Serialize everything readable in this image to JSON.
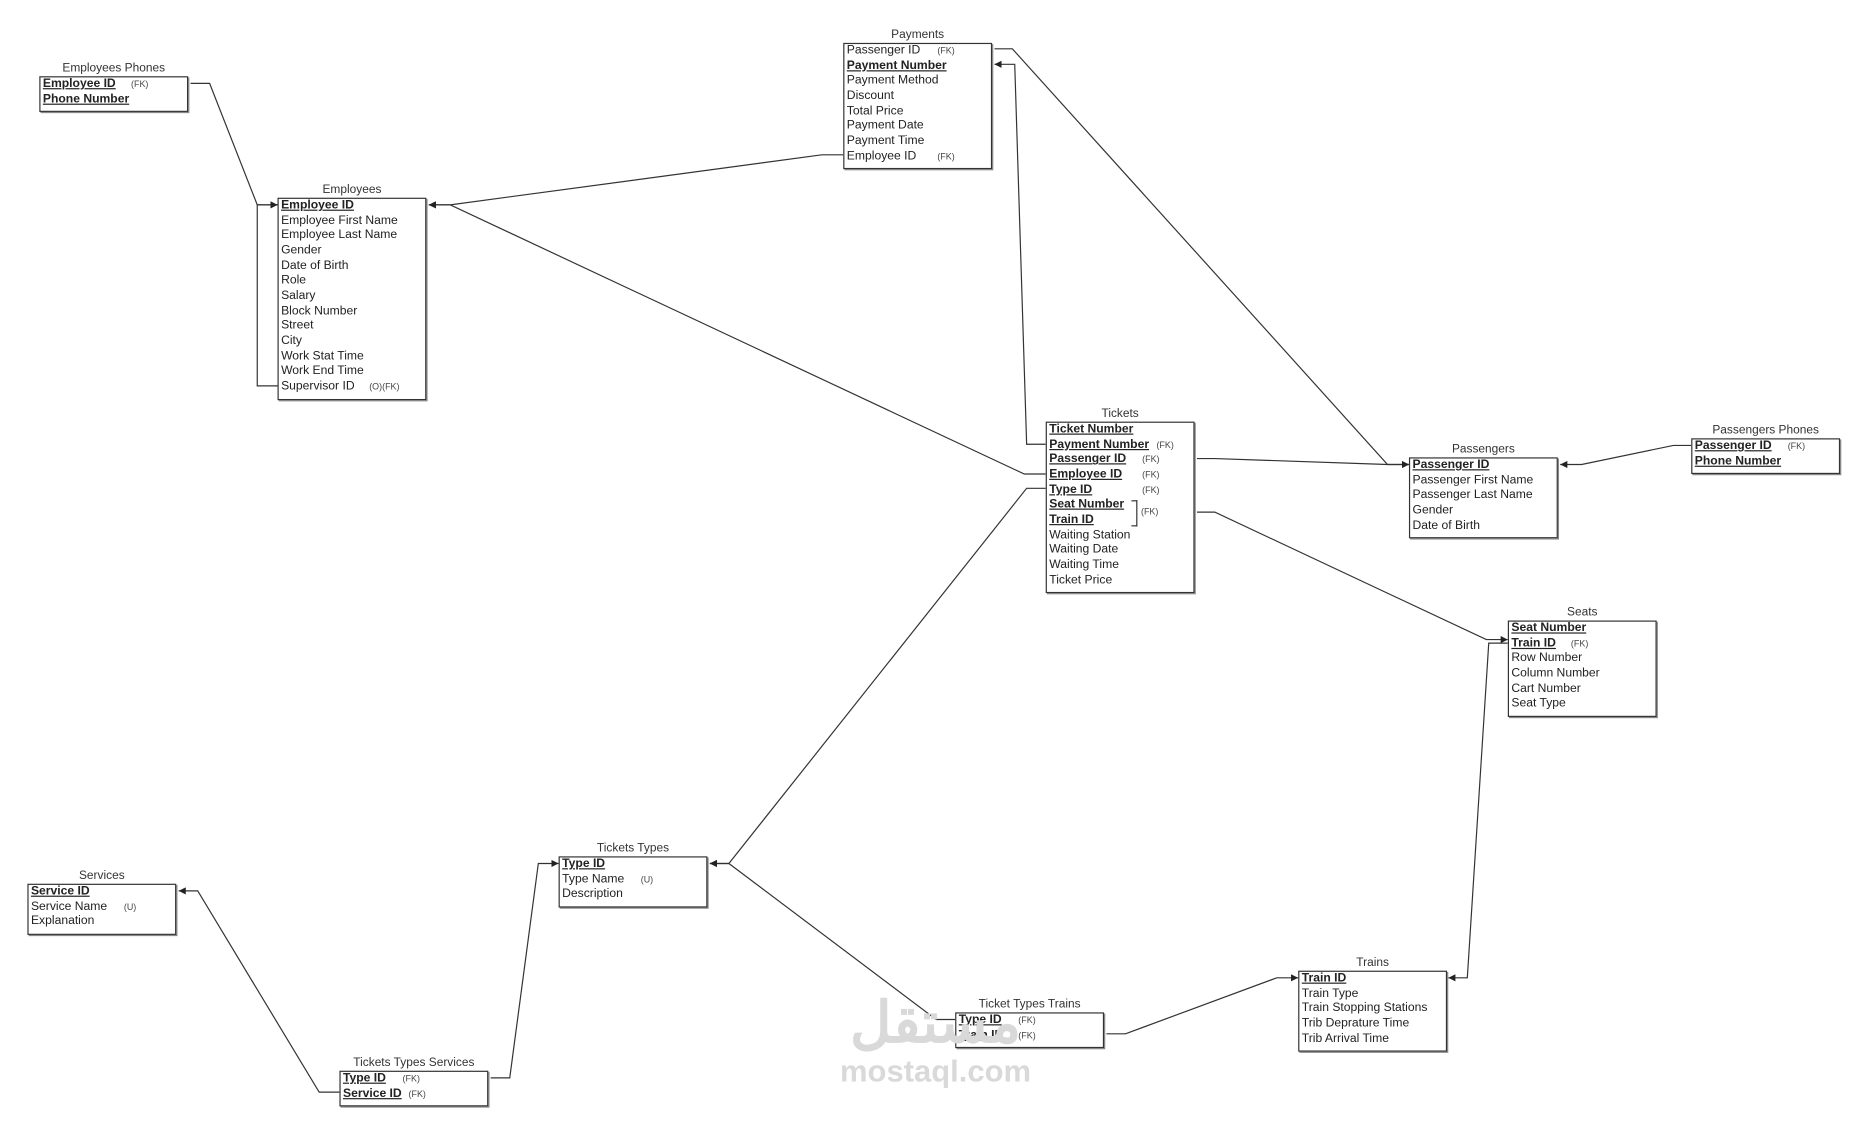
{
  "diagram_title": "",
  "tables": [
    {
      "id": "employees-phones",
      "name": "Employees Phones",
      "rows": [
        {
          "t": "Employee ID",
          "pk": true,
          "note": "(FK)"
        },
        {
          "t": "Phone Number",
          "pk": true
        }
      ]
    },
    {
      "id": "employees",
      "name": "Employees",
      "rows": [
        {
          "t": "Employee ID",
          "pk": true
        },
        {
          "t": "Employee First Name"
        },
        {
          "t": "Employee Last Name"
        },
        {
          "t": "Gender"
        },
        {
          "t": "Date of Birth"
        },
        {
          "t": "Role"
        },
        {
          "t": "Salary"
        },
        {
          "t": "Block Number"
        },
        {
          "t": "Street"
        },
        {
          "t": "City"
        },
        {
          "t": "Work Stat Time"
        },
        {
          "t": "Work End Time"
        },
        {
          "t": "Supervisor ID",
          "note": "(O)(FK)"
        }
      ]
    },
    {
      "id": "payments",
      "name": "Payments",
      "rows": [
        {
          "t": "Passenger ID",
          "note": "(FK)"
        },
        {
          "t": "Payment Number",
          "pk": true
        },
        {
          "t": "Payment Method"
        },
        {
          "t": "Discount"
        },
        {
          "t": "Total Price"
        },
        {
          "t": "Payment Date"
        },
        {
          "t": "Payment Time"
        },
        {
          "t": "Employee ID",
          "note": "(FK)"
        }
      ]
    },
    {
      "id": "tickets",
      "name": "Tickets",
      "rows": [
        {
          "t": "Ticket Number",
          "pk": true
        },
        {
          "t": "Payment Number",
          "pk": true,
          "note": "(FK)"
        },
        {
          "t": "Passenger ID",
          "pk": true,
          "note": "(FK)"
        },
        {
          "t": "Employee ID",
          "pk": true,
          "note": "(FK)"
        },
        {
          "t": "Type ID",
          "pk": true,
          "note": "(FK)"
        },
        {
          "t": "Seat Number",
          "pk": true
        },
        {
          "t": "Train ID",
          "pk": true
        },
        {
          "t": "Waiting Station"
        },
        {
          "t": "Waiting Date"
        },
        {
          "t": "Waiting Time"
        },
        {
          "t": "Ticket Price"
        }
      ],
      "group_note": "(FK)"
    },
    {
      "id": "passengers",
      "name": "Passengers",
      "rows": [
        {
          "t": "Passenger ID",
          "pk": true
        },
        {
          "t": "Passenger First Name"
        },
        {
          "t": "Passenger Last Name"
        },
        {
          "t": "Gender"
        },
        {
          "t": "Date of Birth"
        }
      ]
    },
    {
      "id": "passengers-phones",
      "name": "Passengers Phones",
      "rows": [
        {
          "t": "Passenger ID",
          "pk": true,
          "note": "(FK)"
        },
        {
          "t": "Phone Number",
          "pk": true
        }
      ]
    },
    {
      "id": "seats",
      "name": "Seats",
      "rows": [
        {
          "t": "Seat Number",
          "pk": true
        },
        {
          "t": "Train ID",
          "pk": true,
          "note": "(FK)"
        },
        {
          "t": "Row Number"
        },
        {
          "t": "Column Number"
        },
        {
          "t": "Cart Number"
        },
        {
          "t": "Seat Type"
        }
      ]
    },
    {
      "id": "services",
      "name": "Services",
      "rows": [
        {
          "t": "Service ID",
          "pk": true
        },
        {
          "t": "Service Name",
          "note": "(U)"
        },
        {
          "t": "Explanation"
        }
      ]
    },
    {
      "id": "tickets-types",
      "name": "Tickets Types",
      "rows": [
        {
          "t": "Type ID",
          "pk": true
        },
        {
          "t": "Type Name",
          "note": "(U)"
        },
        {
          "t": "Description"
        }
      ]
    },
    {
      "id": "tickets-types-services",
      "name": "Tickets Types Services",
      "rows": [
        {
          "t": "Type ID",
          "pk": true,
          "note": "(FK)"
        },
        {
          "t": "Service ID",
          "pk": true,
          "note": "(FK)"
        }
      ]
    },
    {
      "id": "ticket-types-trains",
      "name": "Ticket Types Trains",
      "rows": [
        {
          "t": "Type ID",
          "pk": true,
          "note": "(FK)"
        },
        {
          "t": "Train ID",
          "pk": true,
          "note": "(FK)"
        }
      ]
    },
    {
      "id": "trains",
      "name": "Trains",
      "rows": [
        {
          "t": "Train ID",
          "pk": true
        },
        {
          "t": "Train Type"
        },
        {
          "t": "Train Stopping Stations"
        },
        {
          "t": "Trib Deprature Time"
        },
        {
          "t": "Trib Arrival Time"
        }
      ]
    }
  ],
  "relationships": [
    {
      "from": "employees-phones.Employee ID",
      "to": "employees.Employee ID"
    },
    {
      "from": "employees.Supervisor ID",
      "to": "employees.Employee ID"
    },
    {
      "from": "payments.Employee ID",
      "to": "employees.Employee ID"
    },
    {
      "from": "tickets.Employee ID",
      "to": "employees.Employee ID"
    },
    {
      "from": "payments.Passenger ID",
      "to": "passengers.Passenger ID"
    },
    {
      "from": "tickets.Payment Number",
      "to": "payments.Payment Number"
    },
    {
      "from": "tickets.Passenger ID",
      "to": "passengers.Passenger ID"
    },
    {
      "from": "passengers-phones.Passenger ID",
      "to": "passengers.Passenger ID"
    },
    {
      "from": "tickets.Seat Number/Train ID",
      "to": "seats.Seat Number"
    },
    {
      "from": "seats.Train ID",
      "to": "trains.Train ID"
    },
    {
      "from": "tickets.Type ID",
      "to": "tickets-types.Type ID"
    },
    {
      "from": "ticket-types-trains.Type ID",
      "to": "tickets-types.Type ID"
    },
    {
      "from": "ticket-types-trains.Train ID",
      "to": "trains.Train ID"
    },
    {
      "from": "tickets-types-services.Type ID",
      "to": "tickets-types.Type ID"
    },
    {
      "from": "tickets-types-services.Service ID",
      "to": "services.Service ID"
    }
  ],
  "watermark": {
    "arabic": "مستقل",
    "latin": "mostaql.com"
  },
  "colors": {
    "line": "#333333",
    "text": "#222222",
    "watermark": "#d9d9d9"
  }
}
